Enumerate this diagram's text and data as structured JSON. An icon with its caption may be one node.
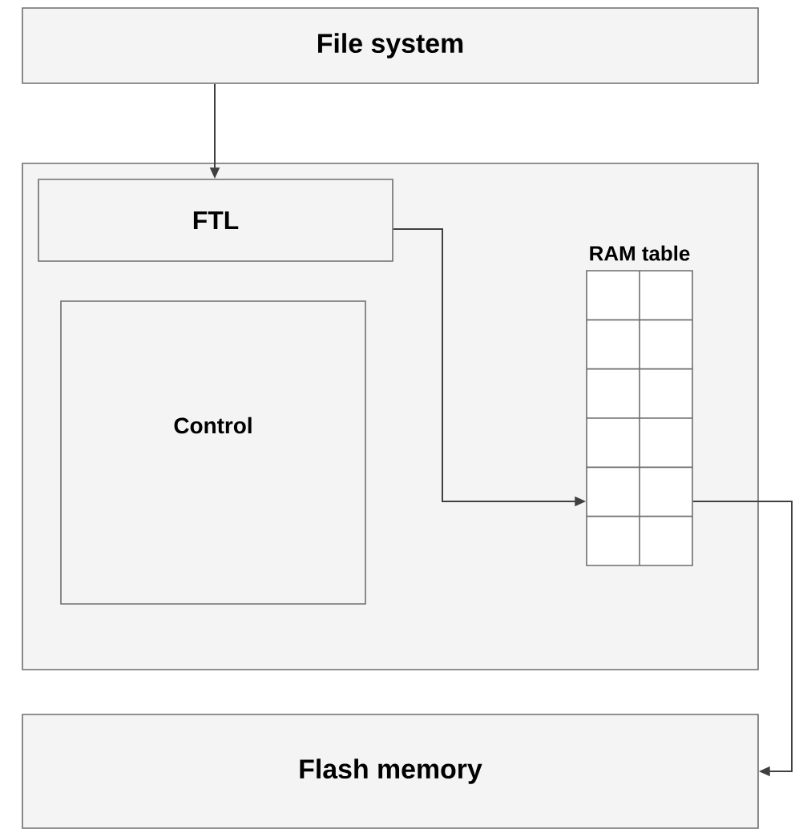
{
  "diagram": {
    "nodes": [
      {
        "text": [
          "File system"
        ]
      },
      {
        "text": [],
        "shape": "box"
      },
      {
        "text": [
          "FTL"
        ],
        "in": 1
      },
      {
        "text": [
          "Control"
        ],
        "in": 1
      },
      {
        "text": [
          "RAM table"
        ],
        "in": 1
      },
      {
        "text": [
          "Flash memory"
        ]
      }
    ],
    "edges": [
      {
        "from": 0,
        "to": 2,
        "arrow": "to"
      },
      {
        "from": 2,
        "to": 4,
        "arrow": "to"
      },
      {
        "from": 4,
        "to": 5,
        "arrow": "to"
      }
    ]
  }
}
